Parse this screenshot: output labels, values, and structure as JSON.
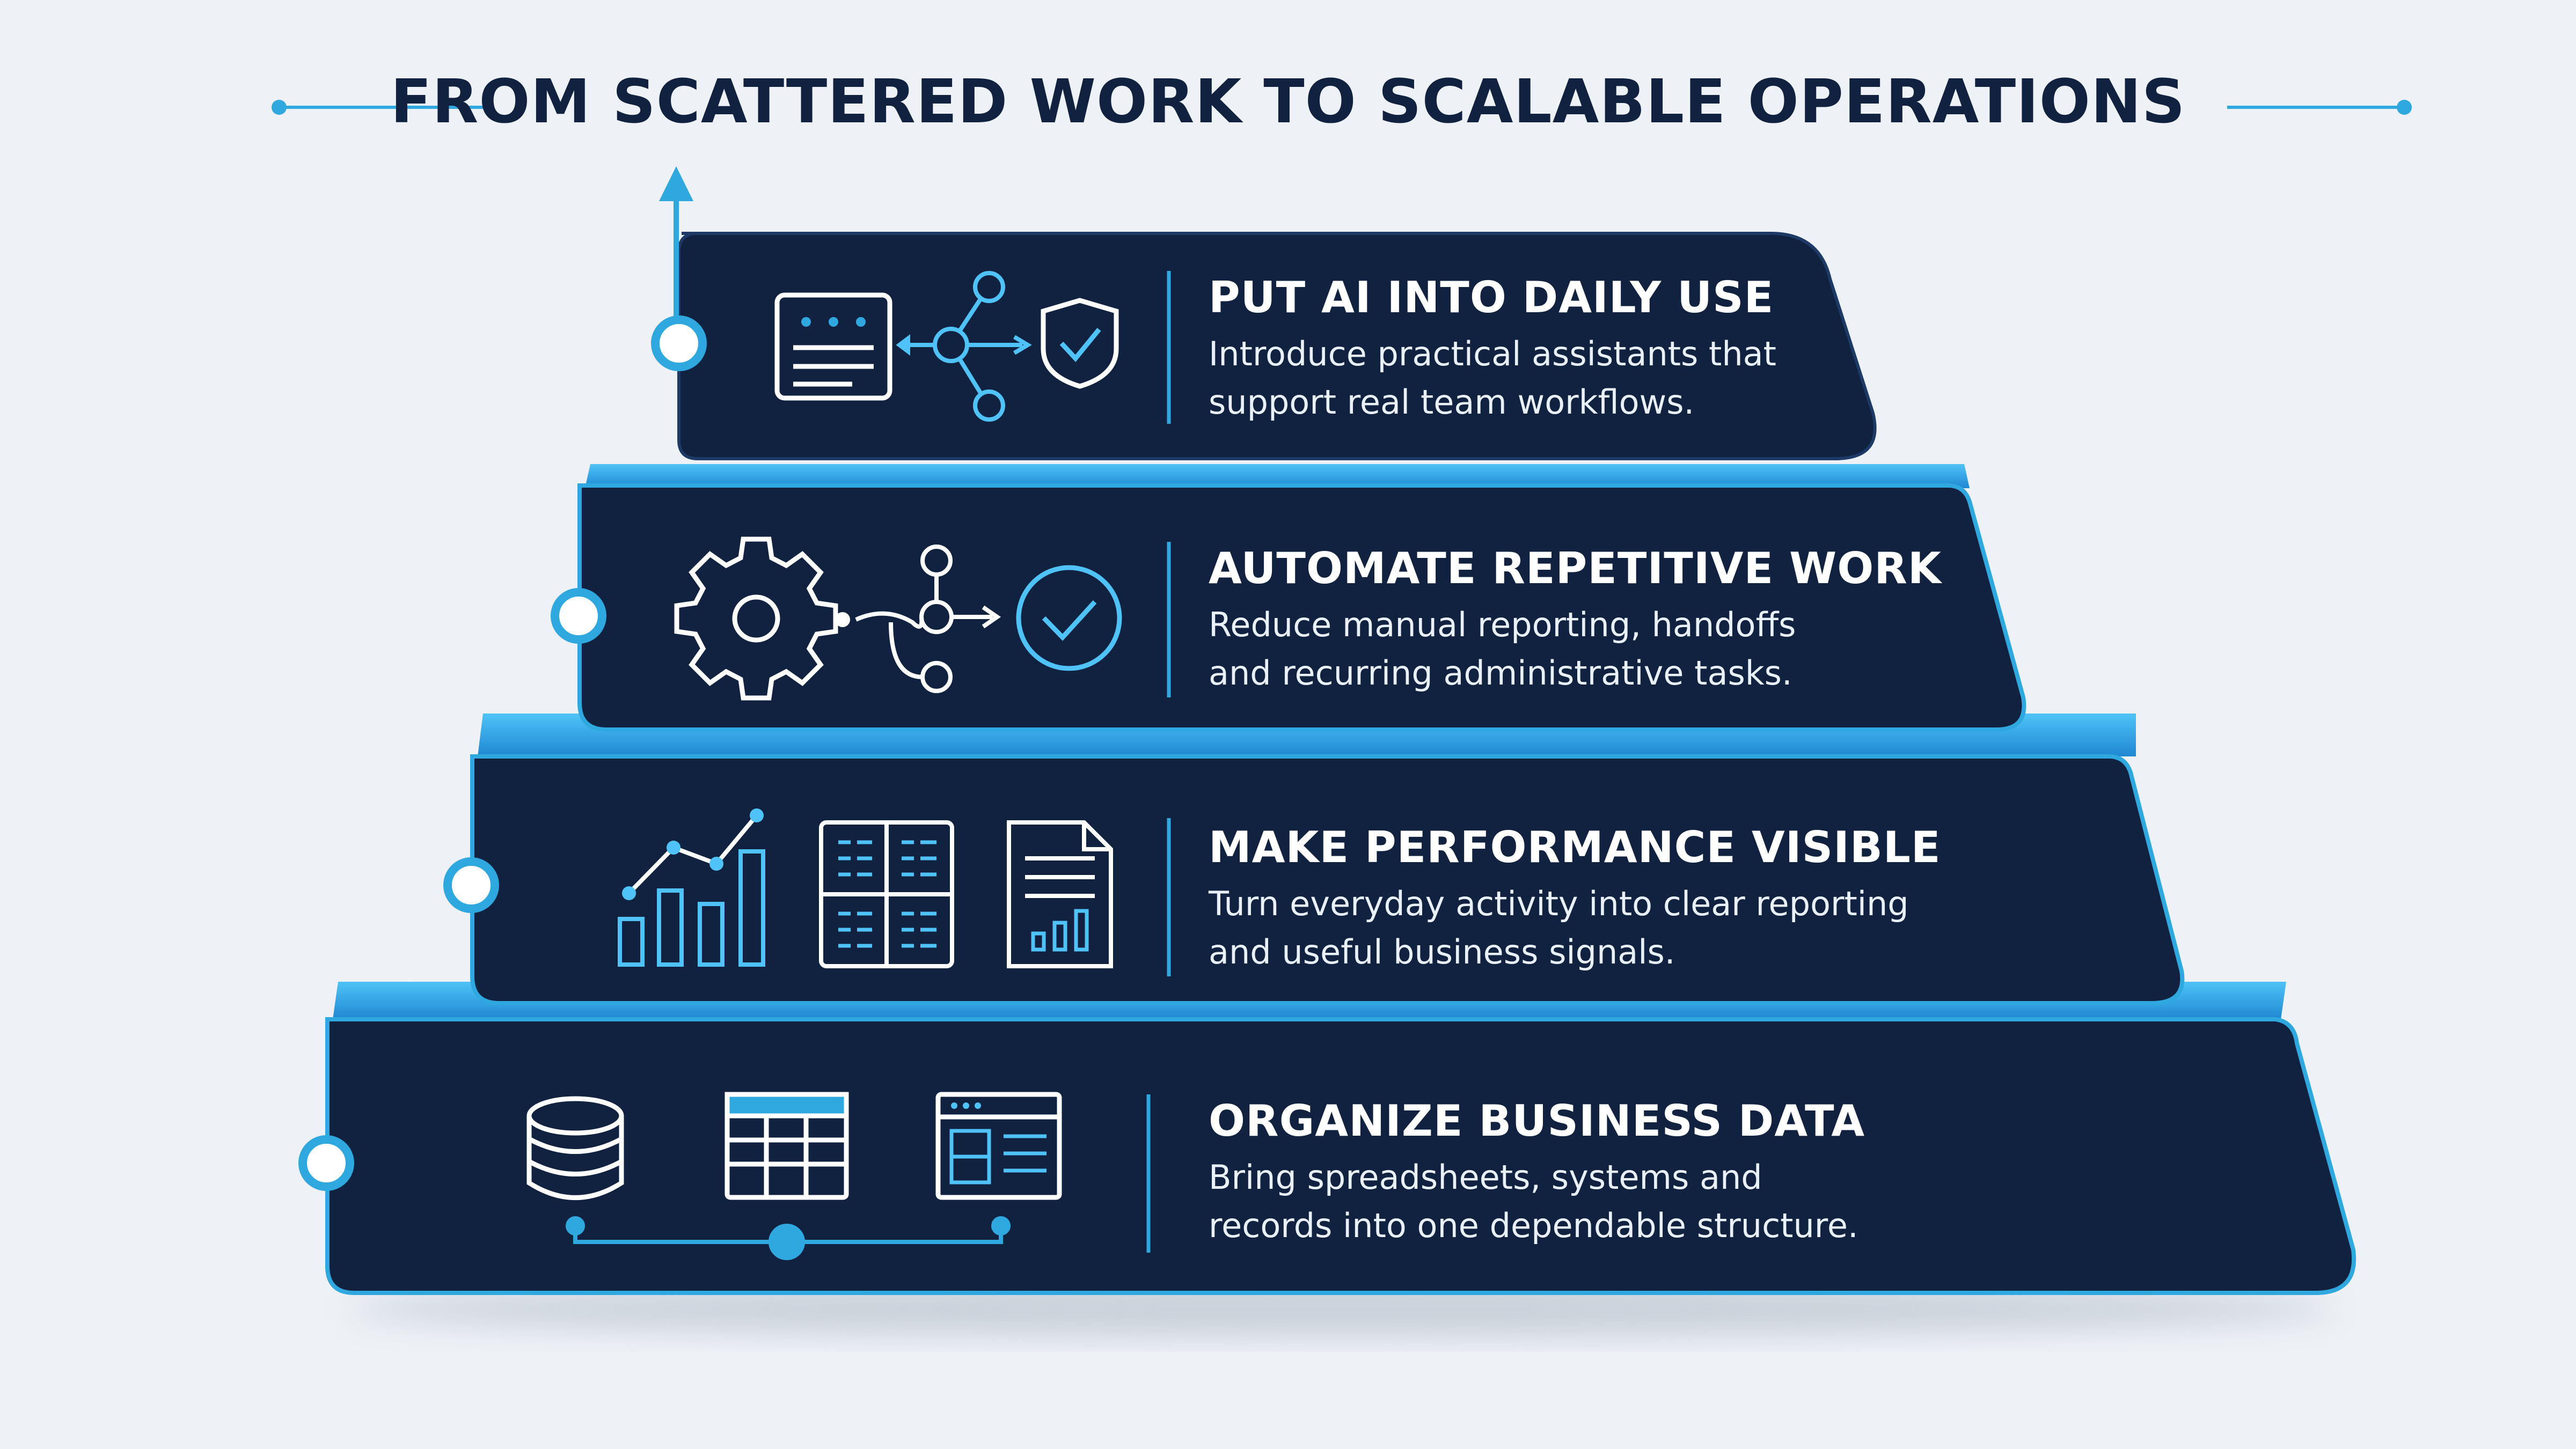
{
  "title": "FROM SCATTERED WORK TO SCALABLE OPERATIONS",
  "colors": {
    "background": "#eef1f5",
    "tier_fill": "#10223f",
    "accent": "#2fa8e0",
    "title": "#10223f"
  },
  "tiers": [
    {
      "heading": "PUT AI INTO DAILY USE",
      "description": [
        "Introduce practical assistants that",
        "support real team workflows."
      ],
      "icons": [
        "chat-window-icon",
        "network-nodes-icon",
        "shield-check-icon"
      ]
    },
    {
      "heading": "AUTOMATE REPETITIVE WORK",
      "description": [
        "Reduce manual reporting, handoffs",
        "and recurring administrative tasks."
      ],
      "icons": [
        "gear-icon",
        "workflow-branch-icon",
        "check-circle-icon"
      ]
    },
    {
      "heading": "MAKE PERFORMANCE VISIBLE",
      "description": [
        "Turn everyday activity into clear reporting",
        "and useful business signals."
      ],
      "icons": [
        "bar-chart-icon",
        "dashboard-grid-icon",
        "report-document-icon"
      ]
    },
    {
      "heading": "ORGANIZE BUSINESS DATA",
      "description": [
        "Bring spreadsheets, systems and",
        "records into one dependable structure."
      ],
      "icons": [
        "database-icon",
        "spreadsheet-icon",
        "system-window-icon"
      ]
    }
  ]
}
